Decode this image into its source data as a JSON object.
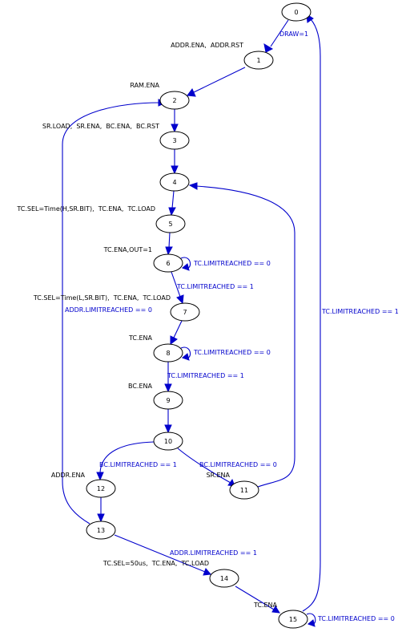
{
  "colors": {
    "edge": "#0000cc",
    "node_stroke": "#000000",
    "text": "#000000"
  },
  "nodes": [
    {
      "id": "0",
      "outputs": ""
    },
    {
      "id": "1",
      "outputs": "ADDR.ENA,  ADDR.RST"
    },
    {
      "id": "2",
      "outputs": "RAM.ENA"
    },
    {
      "id": "3",
      "outputs": "SR.LOAD,  SR.ENA,  BC.ENA,  BC.RST"
    },
    {
      "id": "4",
      "outputs": ""
    },
    {
      "id": "5",
      "outputs": "TC.SEL=Time(H,SR.BIT),  TC.ENA,  TC.LOAD"
    },
    {
      "id": "6",
      "outputs": "TC.ENA,OUT=1"
    },
    {
      "id": "7",
      "outputs": "TC.SEL=Time(L,SR.BIT),  TC.ENA,  TC.LOAD"
    },
    {
      "id": "8",
      "outputs": "TC.ENA"
    },
    {
      "id": "9",
      "outputs": "BC.ENA"
    },
    {
      "id": "10",
      "outputs": ""
    },
    {
      "id": "11",
      "outputs": "SR.ENA"
    },
    {
      "id": "12",
      "outputs": "ADDR.ENA"
    },
    {
      "id": "13",
      "outputs": ""
    },
    {
      "id": "14",
      "outputs": "TC.SEL=50us,  TC.ENA,  TC.LOAD"
    },
    {
      "id": "15",
      "outputs": "TC.ENA"
    }
  ],
  "edges": [
    {
      "from": "0",
      "to": "1",
      "label": "DRAW=1"
    },
    {
      "from": "1",
      "to": "2",
      "label": ""
    },
    {
      "from": "2",
      "to": "3",
      "label": ""
    },
    {
      "from": "3",
      "to": "4",
      "label": ""
    },
    {
      "from": "4",
      "to": "5",
      "label": ""
    },
    {
      "from": "5",
      "to": "6",
      "label": ""
    },
    {
      "from": "6",
      "to": "6",
      "label": "TC.LIMITREACHED == 0"
    },
    {
      "from": "6",
      "to": "7",
      "label": "TC.LIMITREACHED == 1"
    },
    {
      "from": "7",
      "to": "8",
      "label": ""
    },
    {
      "from": "8",
      "to": "8",
      "label": "TC.LIMITREACHED == 0"
    },
    {
      "from": "8",
      "to": "9",
      "label": "TC.LIMITREACHED == 1"
    },
    {
      "from": "9",
      "to": "10",
      "label": ""
    },
    {
      "from": "10",
      "to": "12",
      "label": "BC.LIMITREACHED == 1"
    },
    {
      "from": "10",
      "to": "11",
      "label": "BC.LIMITREACHED == 0"
    },
    {
      "from": "11",
      "to": "4",
      "label": ""
    },
    {
      "from": "12",
      "to": "13",
      "label": ""
    },
    {
      "from": "13",
      "to": "2",
      "label": "ADDR.LIMITREACHED == 0"
    },
    {
      "from": "13",
      "to": "14",
      "label": "ADDR.LIMITREACHED == 1"
    },
    {
      "from": "14",
      "to": "15",
      "label": ""
    },
    {
      "from": "15",
      "to": "15",
      "label": "TC.LIMITREACHED == 0"
    },
    {
      "from": "15",
      "to": "0",
      "label": "TC.LIMITREACHED == 1"
    }
  ]
}
